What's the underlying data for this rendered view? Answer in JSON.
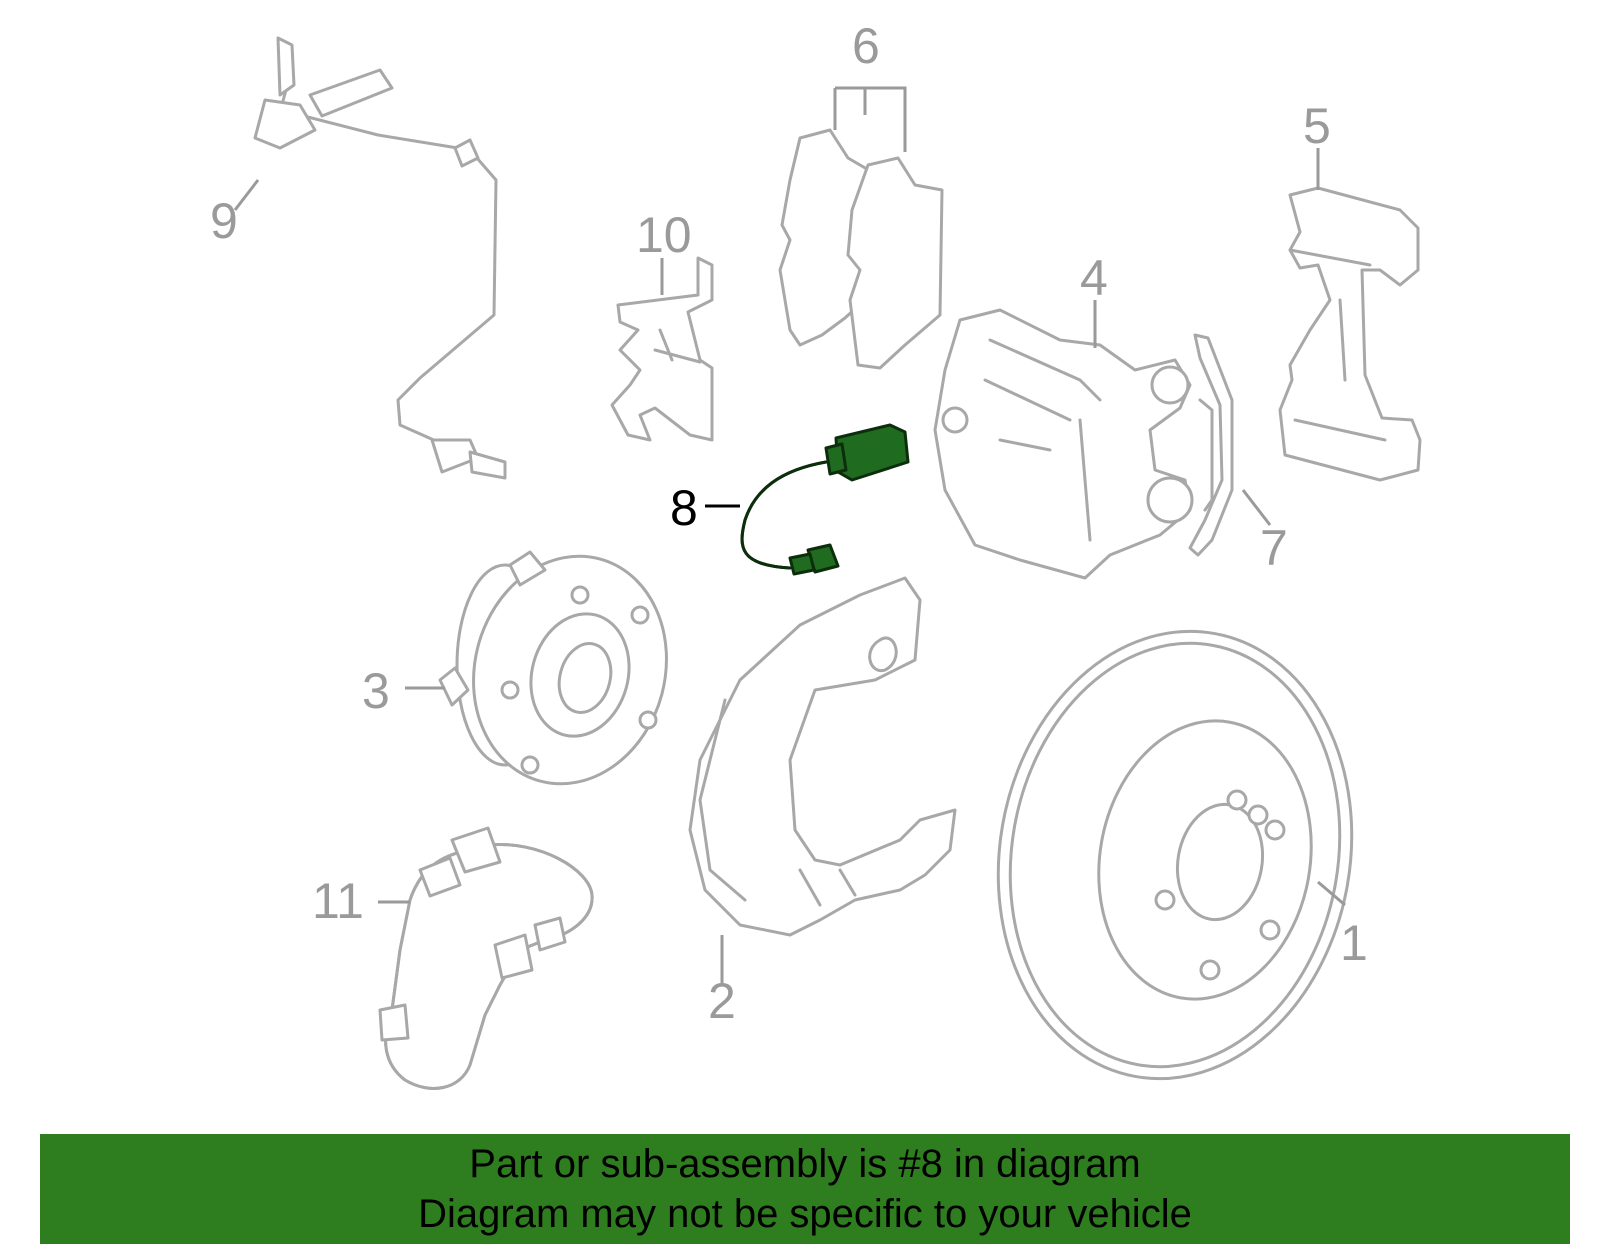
{
  "callouts": [
    {
      "id": "1",
      "label": "1",
      "highlighted": false
    },
    {
      "id": "2",
      "label": "2",
      "highlighted": false
    },
    {
      "id": "3",
      "label": "3",
      "highlighted": false
    },
    {
      "id": "4",
      "label": "4",
      "highlighted": false
    },
    {
      "id": "5",
      "label": "5",
      "highlighted": false
    },
    {
      "id": "6",
      "label": "6",
      "highlighted": false
    },
    {
      "id": "7",
      "label": "7",
      "highlighted": false
    },
    {
      "id": "8",
      "label": "8",
      "highlighted": true
    },
    {
      "id": "9",
      "label": "9",
      "highlighted": false
    },
    {
      "id": "10",
      "label": "10",
      "highlighted": false
    },
    {
      "id": "11",
      "label": "11",
      "highlighted": false
    }
  ],
  "banner": {
    "line1": "Part or sub-assembly is #8 in diagram",
    "line2": "Diagram may not be specific to your vehicle"
  },
  "colors": {
    "banner_background": "#2e7d1f",
    "highlight_part": "#1f6b1f",
    "outline": "#a8a8a8",
    "callout_text": "#9a9a9a"
  }
}
